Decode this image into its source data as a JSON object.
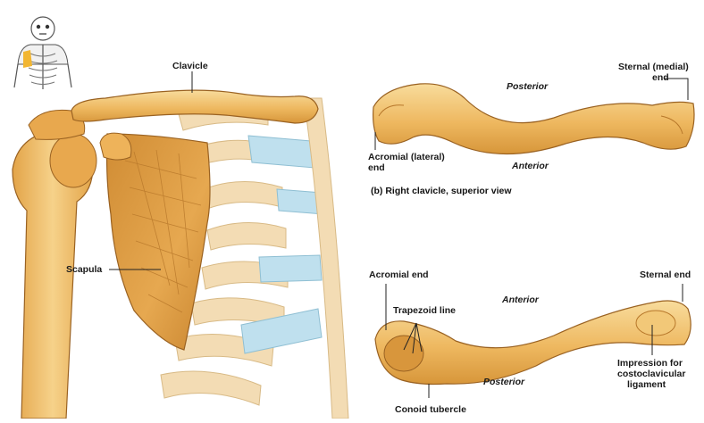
{
  "labels": {
    "clavicle": "Clavicle",
    "scapula": "Scapula",
    "posterior_top": "Posterior",
    "sternal_medial_end_line1": "Sternal (medial)",
    "sternal_medial_end_line2": "end",
    "acromial_lateral_end_line1": "Acromial (lateral)",
    "acromial_lateral_end_line2": "end",
    "anterior_top": "Anterior",
    "caption_b": "(b) Right clavicle, superior view",
    "acromial_end": "Acromial end",
    "sternal_end": "Sternal end",
    "anterior_bottom": "Anterior",
    "trapezoid_line": "Trapezoid line",
    "posterior_bottom": "Posterior",
    "conoid_tubercle": "Conoid tubercle",
    "impression_line1": "Impression for",
    "impression_line2": "costoclavicular",
    "impression_line3": "ligament"
  },
  "colors": {
    "bone_light": "#f6d28a",
    "bone_mid": "#e9ae52",
    "bone_dark": "#c98a2e",
    "cartilage": "#bfe0ee",
    "rib_pale": "#f3dcb4",
    "leader_line": "#222222"
  }
}
